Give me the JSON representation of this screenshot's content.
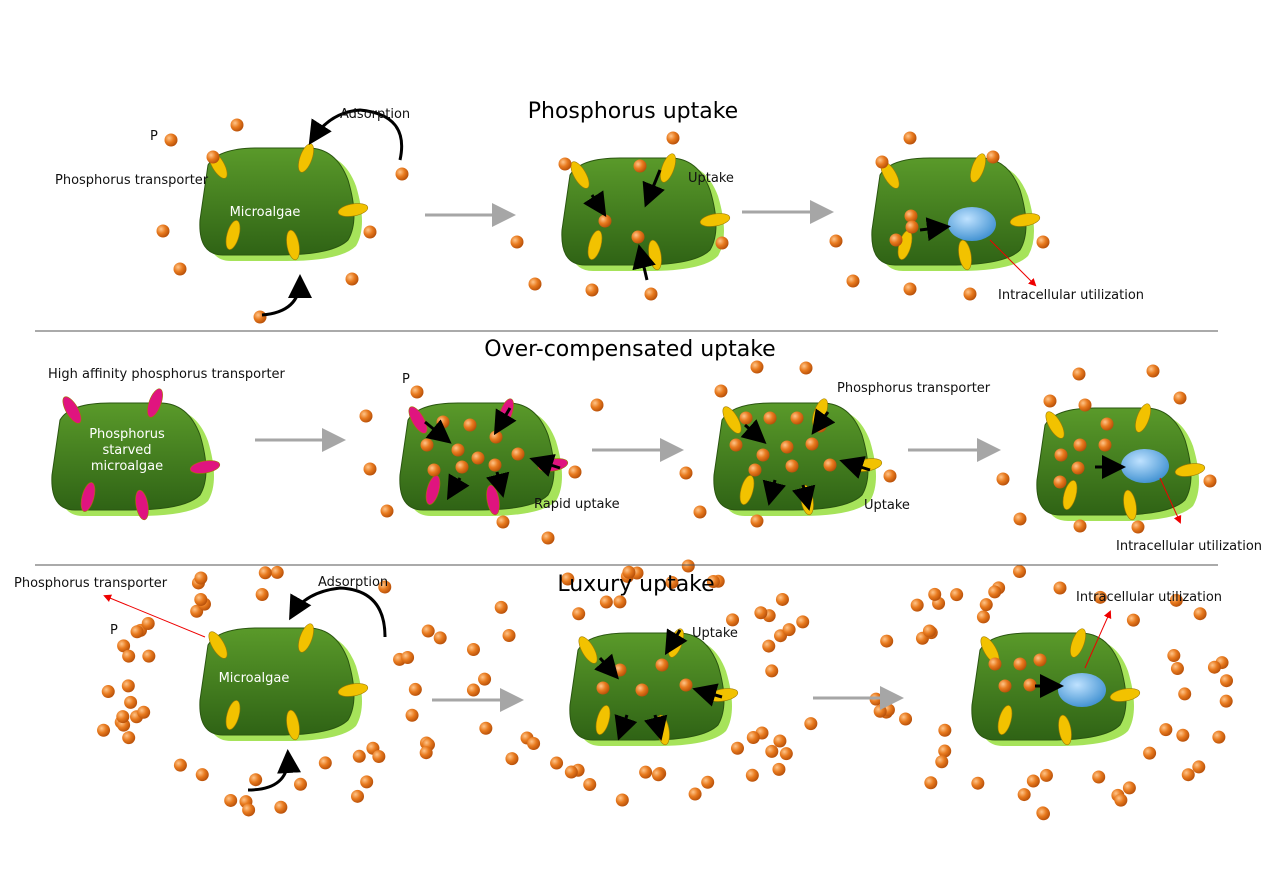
{
  "panels": [
    {
      "title": "Phosphorus uptake",
      "labels": {
        "p": "P",
        "adsorption": "Adsorption",
        "transporter": "Phosphorus transporter",
        "cell": "Microalgae",
        "uptake": "Uptake",
        "utilization": "Intracellular utilization"
      }
    },
    {
      "title": "Over-compensated uptake",
      "labels": {
        "high_affinity": "High affinity phosphorus transporter",
        "cell_line1": "Phosphorus",
        "cell_line2": "starved",
        "cell_line3": "microalgae",
        "p": "P",
        "rapid": "Rapid uptake",
        "transporter": "Phosphorus transporter",
        "uptake": "Uptake",
        "utilization": "Intracellular utilization"
      }
    },
    {
      "title": "Luxury uptake",
      "labels": {
        "transporter": "Phosphorus transporter",
        "adsorption": "Adsorption",
        "p": "P",
        "cell": "Microalgae",
        "uptake": "Uptake",
        "utilization": "Intracellular utilization"
      }
    }
  ],
  "colors": {
    "cell": "#3f7a1e",
    "rim": "#a6e35a",
    "transporter": "#f2c200",
    "high_affinity": "#e0147f",
    "phosphate": "#e87a1e",
    "vacuole": "#5aa7e0",
    "flow_arrow": "#a6a6a6"
  }
}
